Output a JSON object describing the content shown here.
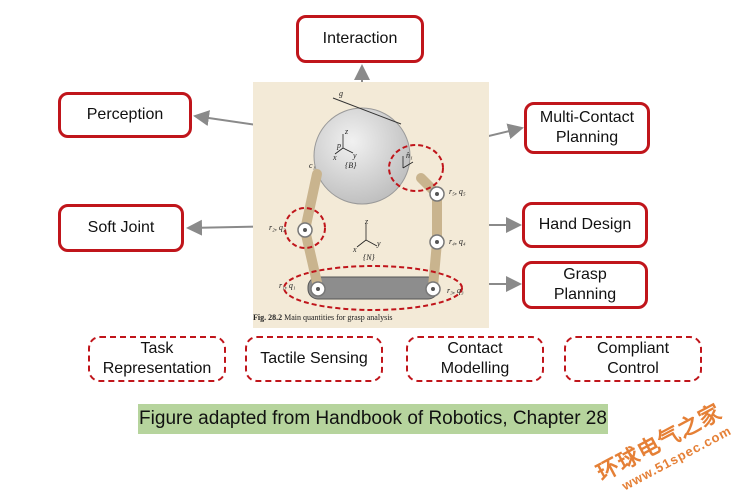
{
  "boxes": {
    "interaction": "Interaction",
    "perception": "Perception",
    "multi_contact": "Multi-Contact\nPlanning",
    "soft_joint": "Soft Joint",
    "hand_design": "Hand Design",
    "grasp_planning": "Grasp\nPlanning"
  },
  "bottom_boxes": {
    "task_representation": "Task\nRepresentation",
    "tactile_sensing": "Tactile Sensing",
    "contact_modelling": "Contact\nModelling",
    "compliant_control": "Compliant\nControl"
  },
  "figure": {
    "caption_bold": "Fig. 28.2",
    "caption_text": "Main quantities for grasp analysis",
    "labels": {
      "g": "g",
      "frame_B": "{B}",
      "frame_N": "{N}",
      "p": "p",
      "c1": "c₁",
      "c2": "c₂",
      "r2": "r₂, q₂",
      "r1": "r₁, q₁",
      "r5": "r₅, q₅",
      "r4": "r₄, q₄",
      "r3": "r₃, q₃",
      "n1": "n̂₁",
      "x": "x",
      "y": "y",
      "z": "z"
    }
  },
  "banner": "Figure adapted from Handbook of Robotics, Chapter 28",
  "watermark": {
    "text": "环球电气之家",
    "url": "www.51spec.com"
  },
  "colors": {
    "accent_red": "#c0151b",
    "banner_green": "#b6d49d",
    "figure_bg": "#f3ead7"
  }
}
